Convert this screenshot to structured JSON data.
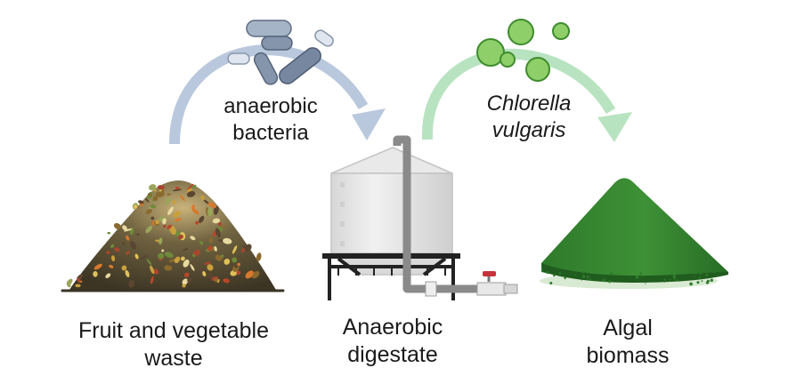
{
  "agents": {
    "bacteria": {
      "line1": "anaerobic",
      "line2": "bacteria"
    },
    "algae": {
      "line1": "Chlorella",
      "line2": "vulgaris"
    }
  },
  "stages": {
    "waste": {
      "line1": "Fruit and vegetable",
      "line2": "waste"
    },
    "digestate": {
      "line1": "Anaerobic",
      "line2": "digestate"
    },
    "biomass": {
      "line1": "Algal",
      "line2": "biomass"
    }
  },
  "colors": {
    "bacteria_arrow": "#b9c8dd",
    "algae_arrow": "#b8e3c0",
    "bacteria_cell": "#8797ad",
    "algae_cell": "#79c55a",
    "algal_powder": "#2f7a2c",
    "tank": "#e4e4e4",
    "pipe": "#8a8a8a"
  }
}
